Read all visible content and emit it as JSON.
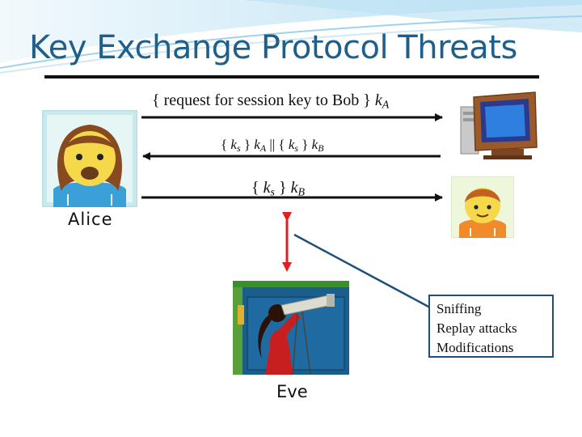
{
  "slide": {
    "title": "Key Exchange Protocol Threats"
  },
  "messages": {
    "m1": {
      "prefix": "{ request for session key to Bob } ",
      "key": "k",
      "key_sub": "A"
    },
    "m2": {
      "o1": "{ ",
      "k1": "k",
      "k1_sub": "s",
      "c1": " } ",
      "k2": "k",
      "k2_sub": "A",
      "sep": " || { ",
      "k3": "k",
      "k3_sub": "s",
      "c2": " } ",
      "k4": "k",
      "k4_sub": "B"
    },
    "m3": {
      "o1": "{ ",
      "k1": "k",
      "k1_sub": "s",
      "c1": " } ",
      "k2": "k",
      "k2_sub": "B"
    }
  },
  "actors": {
    "alice": "Alice",
    "eve": "Eve"
  },
  "threats": [
    "Sniffing",
    "Replay attacks",
    "Modifications"
  ],
  "colors": {
    "title": "#1f5f8b",
    "arrow": "#111111",
    "eve_arrow": "#e02020",
    "callout": "#1f4e79"
  }
}
